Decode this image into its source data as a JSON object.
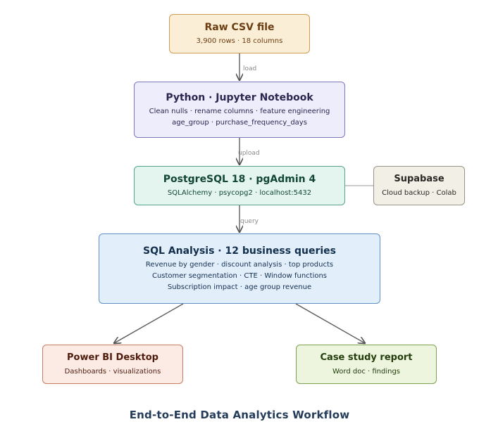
{
  "nodes": {
    "csv": {
      "title": "Raw CSV file",
      "lines": [
        "3,900 rows · 18 columns"
      ]
    },
    "python": {
      "title": "Python · Jupyter Notebook",
      "lines": [
        "Clean nulls · rename columns · feature engineering",
        "age_group · purchase_frequency_days"
      ]
    },
    "postgres": {
      "title": "PostgreSQL 18 · pgAdmin 4",
      "lines": [
        "SQLAlchemy · psycopg2 · localhost:5432"
      ]
    },
    "supabase": {
      "title": "Supabase",
      "lines": [
        "Cloud backup · Colab"
      ]
    },
    "sql": {
      "title": "SQL Analysis · 12 business queries",
      "lines": [
        "Revenue by gender · discount analysis · top products",
        "Customer segmentation · CTE · Window functions",
        "Subscription impact · age group revenue"
      ]
    },
    "powerbi": {
      "title": "Power BI Desktop",
      "lines": [
        "Dashboards · visualizations"
      ]
    },
    "case": {
      "title": "Case study report",
      "lines": [
        "Word doc · findings"
      ]
    }
  },
  "edges": {
    "load": "load",
    "upload": "upload",
    "query": "query"
  },
  "footer_title": "End-to-End Data Analytics Workflow",
  "colors": {
    "edge": "#555555",
    "edge_label": "#8a8a8a",
    "title": "#253d5b"
  }
}
